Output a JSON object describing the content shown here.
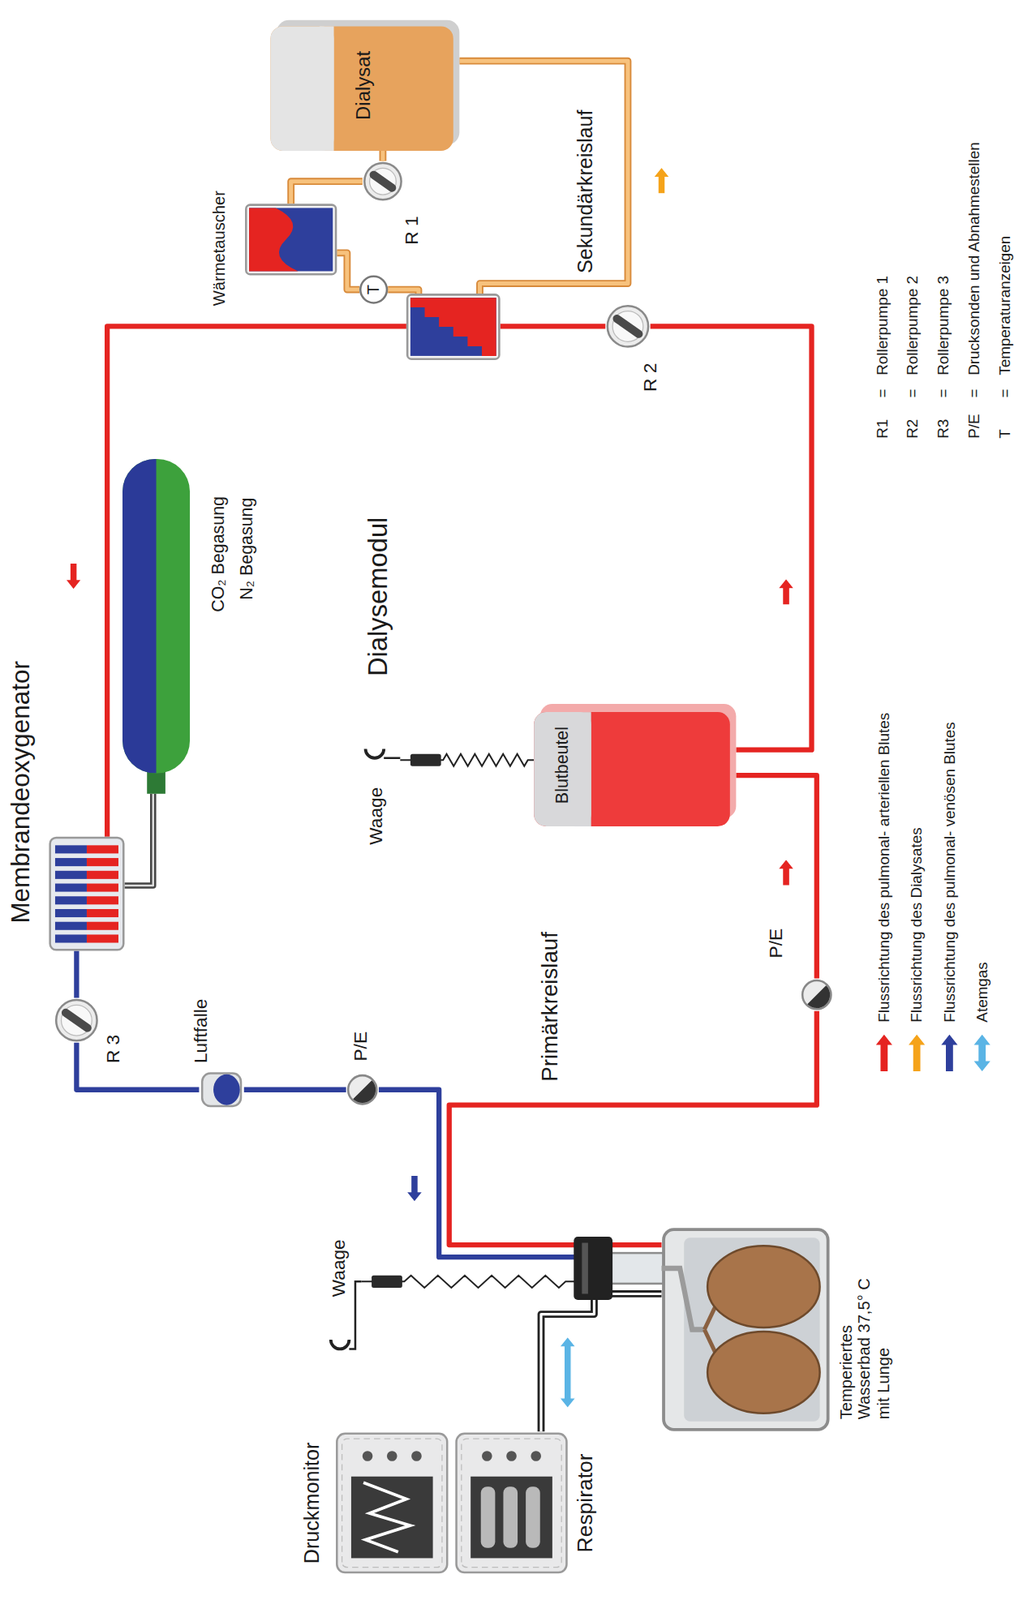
{
  "diagram": {
    "nodes": [
      {
        "text": [
          "Druckmonitor"
        ]
      },
      {
        "text": [
          "Respirator"
        ]
      },
      {
        "text": [
          "Temperiertes Wasserbad 37,5° C mit Lunge"
        ]
      },
      {
        "text": [
          "Membrandeoxygenator"
        ]
      },
      {
        "text": [
          "CO₂ Begasung",
          "N₂ Begasung"
        ]
      },
      {
        "text": [
          "R 3"
        ]
      },
      {
        "text": [
          "Luftfalle"
        ]
      },
      {
        "text": [
          "P/E"
        ]
      },
      {
        "text": [
          "P/E"
        ]
      },
      {
        "text": [
          "Blutbeutel"
        ]
      },
      {
        "text": [
          "Waage"
        ]
      },
      {
        "text": [
          "Waage"
        ]
      },
      {
        "text": [
          "R 2"
        ]
      },
      {
        "text": [
          "Dialysemodul"
        ]
      },
      {
        "text": [
          "T"
        ]
      },
      {
        "text": [
          "Wärmetauscher"
        ]
      },
      {
        "text": [
          "R 1"
        ]
      },
      {
        "text": [
          "Dialysat"
        ]
      }
    ],
    "edges": [
      {
        "from": 1,
        "to": 2,
        "arrow": "none"
      },
      {
        "from": 11,
        "to": 2,
        "arrow": "none"
      },
      {
        "from": 4,
        "to": 3,
        "arrow": "none"
      },
      {
        "from": 3,
        "to": 5,
        "arrow": "none"
      },
      {
        "from": 5,
        "to": 6,
        "arrow": "none"
      },
      {
        "from": 6,
        "to": 7,
        "arrow": "none"
      },
      {
        "from": 7,
        "to": 2,
        "arrow": "none"
      },
      {
        "from": 2,
        "to": 8,
        "arrow": "none"
      },
      {
        "from": 8,
        "to": 9,
        "arrow": "none"
      },
      {
        "from": 9,
        "to": 12,
        "arrow": "none"
      },
      {
        "from": 12,
        "to": 13,
        "arrow": "none"
      },
      {
        "from": 13,
        "to": 3,
        "arrow": "none"
      },
      {
        "from": 10,
        "to": 9,
        "arrow": "none"
      },
      {
        "from": 13,
        "to": 14,
        "arrow": "none"
      },
      {
        "from": 14,
        "to": 15,
        "arrow": "none"
      },
      {
        "from": 15,
        "to": 16,
        "arrow": "none"
      },
      {
        "from": 16,
        "to": 17,
        "arrow": "none"
      },
      {
        "from": 17,
        "to": 13,
        "arrow": "none"
      }
    ],
    "labels": [
      "Primärkreislauf",
      "Sekundärkreislauf",
      "R1",
      "=",
      "Rollerpumpe 1",
      "R2",
      "=",
      "Rollerpumpe 2",
      "R3",
      "=",
      "Rollerpumpe 3",
      "P/E",
      "=",
      "Drucksonden und Abnahmestellen",
      "T",
      "=",
      "Temperaturanzeigen"
    ],
    "legend": [
      {
        "text": "Flussrichtung des pulmonal- arteriellen Blutes",
        "color": "#e52421"
      },
      {
        "text": "Flussrichtung des Dialysates",
        "color": "#f5a31a"
      },
      {
        "text": "Flussrichtung des pulmonal- venösen Blutes",
        "color": "#2e3f9c"
      },
      {
        "text": "Atemgas",
        "color": "#5ab4e5"
      }
    ]
  }
}
